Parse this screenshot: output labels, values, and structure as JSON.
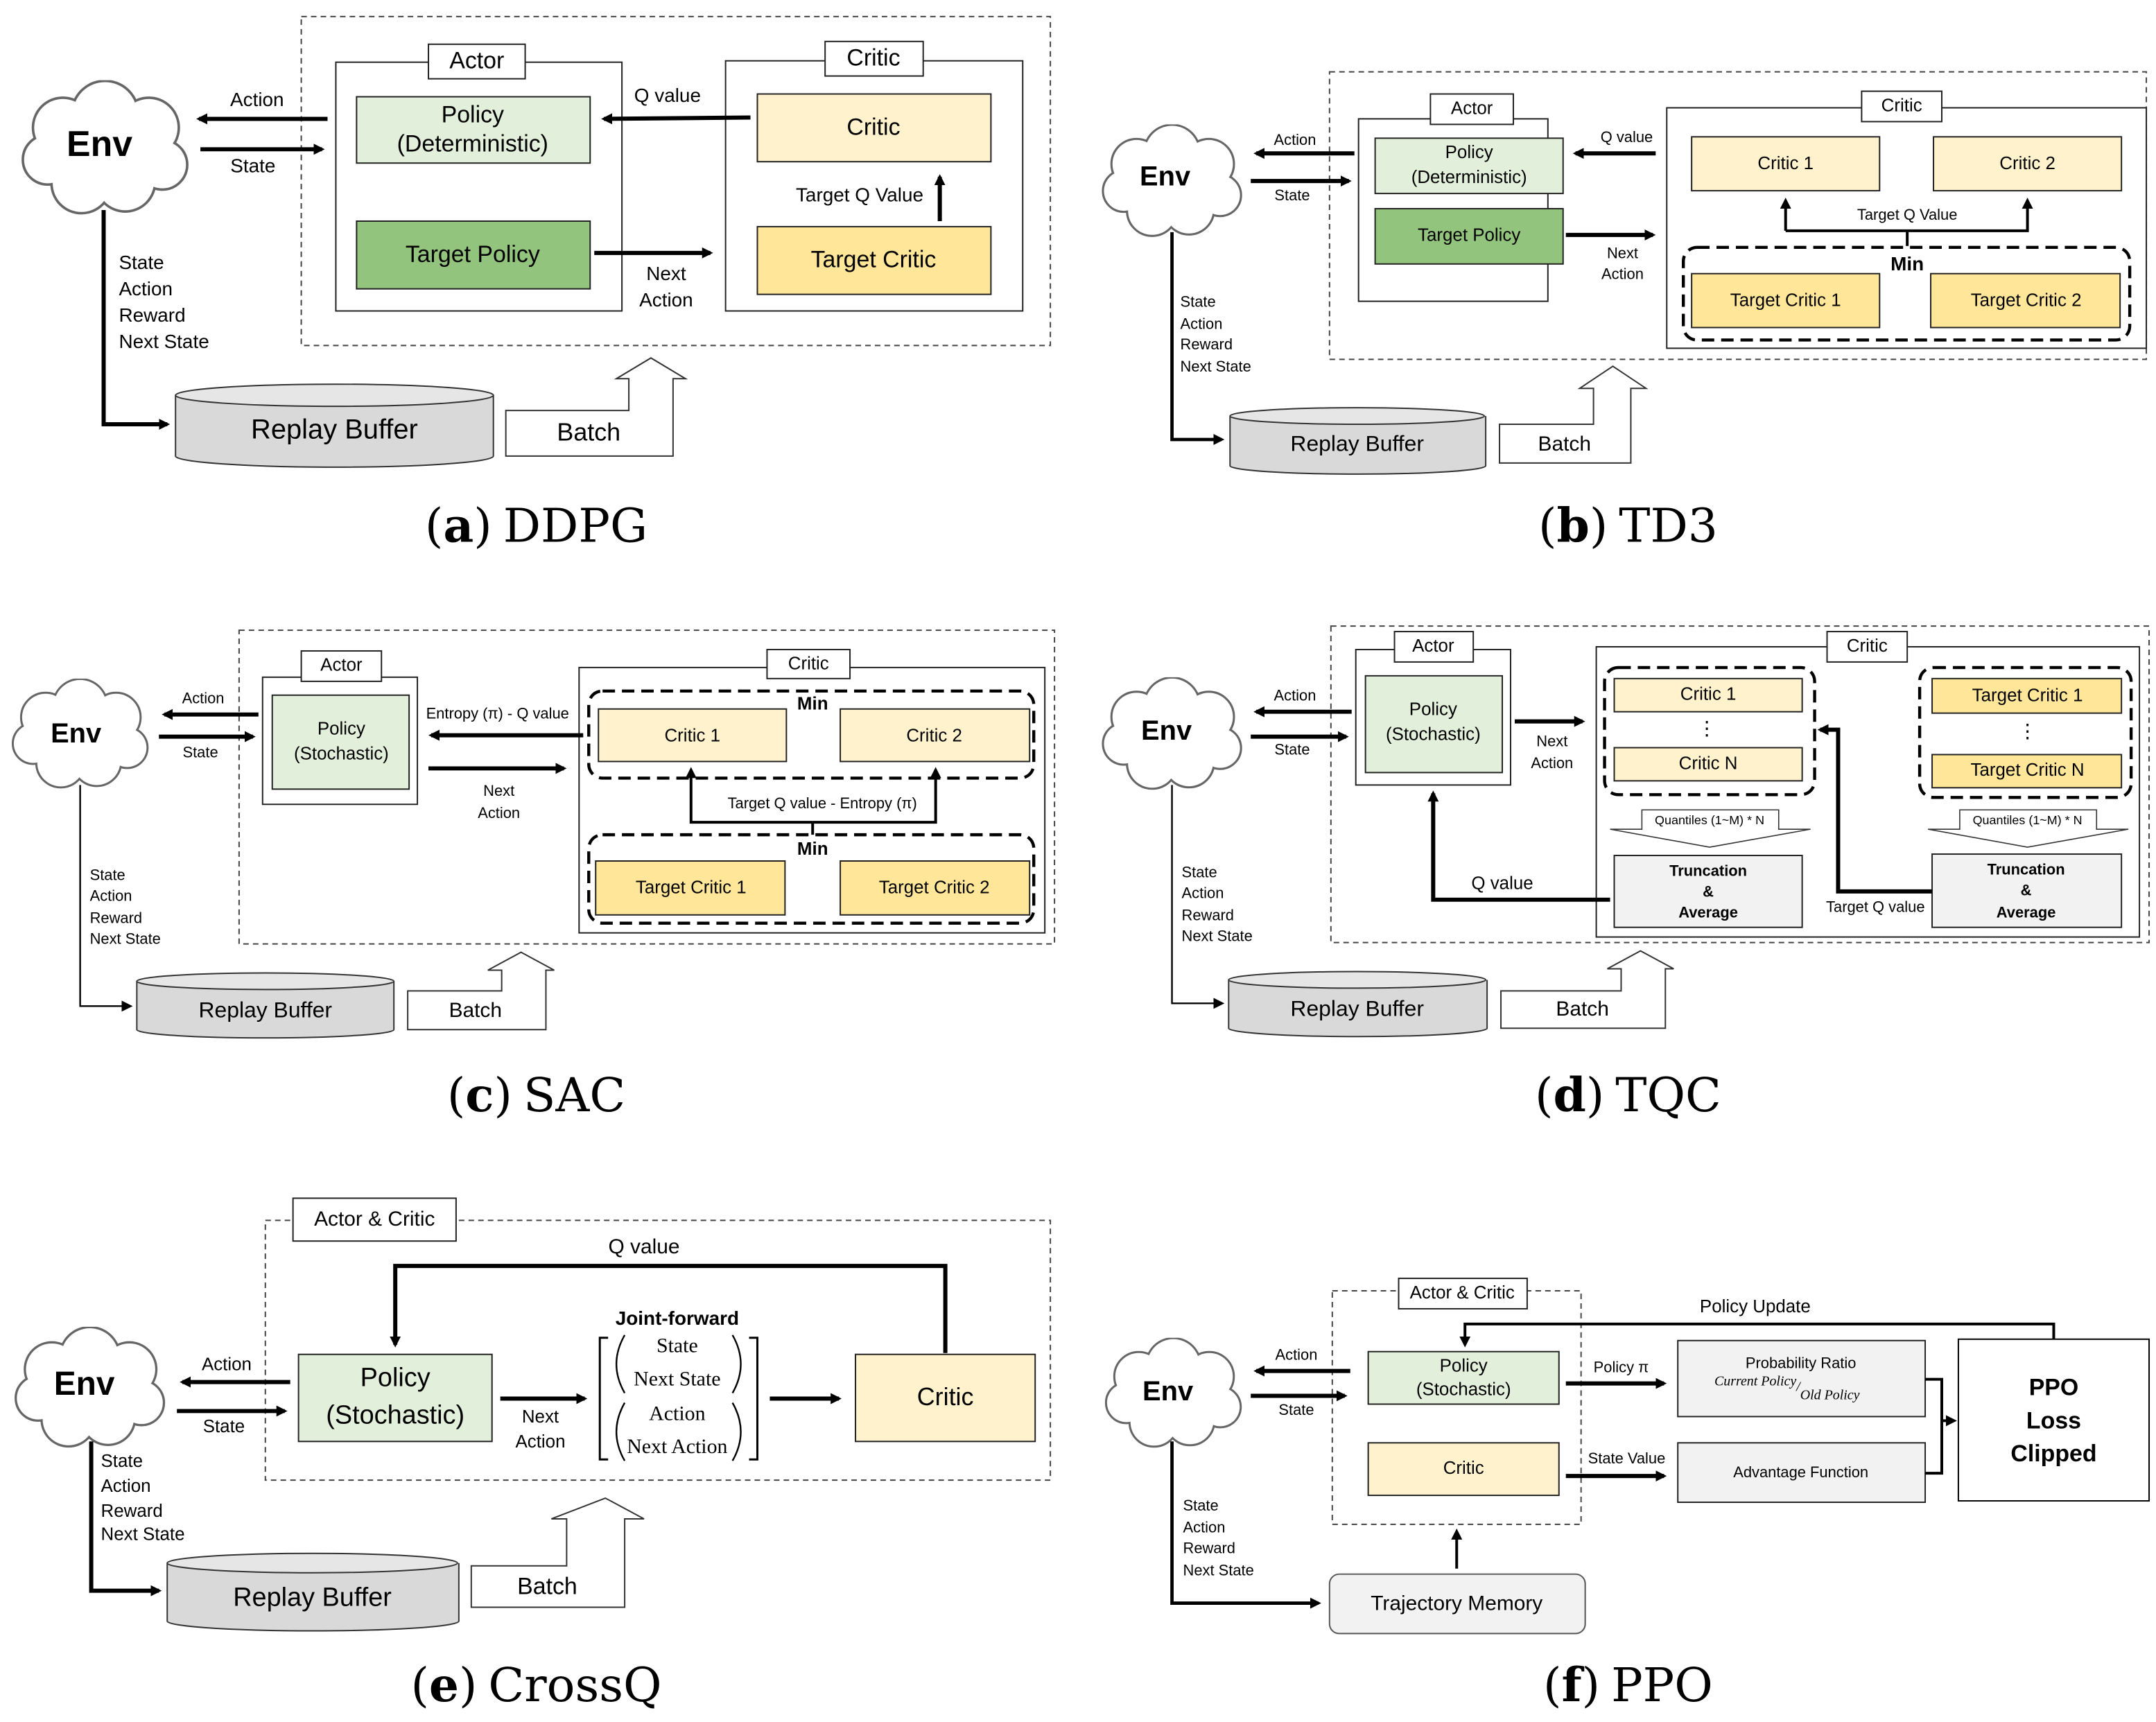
{
  "paren_open": "(",
  "paren_close": ")",
  "colors": {
    "policy": "#e2efda",
    "target_policy": "#93c47d",
    "critic": "#fff2cc",
    "target_critic": "#ffe699",
    "buffer": "#d9d9d9",
    "module": "#f2f2f2"
  },
  "a": {
    "env": "Env",
    "action": "Action",
    "state": "State",
    "transitions": [
      "State",
      "Action",
      "Reward",
      "Next State"
    ],
    "actor_tab": "Actor",
    "policy": [
      "Policy",
      "(Deterministic)"
    ],
    "target_policy": "Target Policy",
    "critic_tab": "Critic",
    "critic": "Critic",
    "target_critic": "Target Critic",
    "target_q": "Target Q Value",
    "q_value": "Q value",
    "next_action": [
      "Next",
      "Action"
    ],
    "replay": "Replay Buffer",
    "batch": "Batch",
    "letter": "a",
    "name": "DDPG"
  },
  "b": {
    "env": "Env",
    "action": "Action",
    "state": "State",
    "transitions": [
      "State",
      "Action",
      "Reward",
      "Next State"
    ],
    "actor_tab": "Actor",
    "policy": [
      "Policy",
      "(Deterministic)"
    ],
    "target_policy": "Target Policy",
    "critic_tab": "Critic",
    "critic1": "Critic 1",
    "critic2": "Critic 2",
    "min": "Min",
    "target_critic1": "Target Critic 1",
    "target_critic2": "Target Critic 2",
    "target_q": "Target Q Value",
    "q_value": "Q value",
    "next_action": [
      "Next",
      "Action"
    ],
    "replay": "Replay Buffer",
    "batch": "Batch",
    "letter": "b",
    "name": "TD3"
  },
  "c": {
    "env": "Env",
    "action": "Action",
    "state": "State",
    "transitions": [
      "State",
      "Action",
      "Reward",
      "Next State"
    ],
    "actor_tab": "Actor",
    "policy": [
      "Policy",
      "(Stochastic)"
    ],
    "critic_tab": "Critic",
    "critic1": "Critic 1",
    "critic2": "Critic 2",
    "min": "Min",
    "target_critic1": "Target Critic 1",
    "target_critic2": "Target Critic 2",
    "target_q": "Target Q value - Entropy (π)",
    "entropy_q": "Entropy (π) - Q value",
    "next_action": [
      "Next",
      "Action"
    ],
    "replay": "Replay Buffer",
    "batch": "Batch",
    "letter": "c",
    "name": "SAC"
  },
  "d": {
    "env": "Env",
    "action": "Action",
    "state": "State",
    "transitions": [
      "State",
      "Action",
      "Reward",
      "Next State"
    ],
    "actor_tab": "Actor",
    "policy": [
      "Policy",
      "(Stochastic)"
    ],
    "critic_tab": "Critic",
    "critic1": "Critic 1",
    "critic_n": "Critic N",
    "dots": "⋮",
    "target_critic1": "Target Critic 1",
    "target_critic_n": "Target Critic N",
    "quantiles": "Quantiles (1~M) * N",
    "trunc": [
      "Truncation",
      "&",
      "Average"
    ],
    "q_value": "Q value",
    "target_q": "Target Q value",
    "next_action": [
      "Next",
      "Action"
    ],
    "replay": "Replay Buffer",
    "batch": "Batch",
    "letter": "d",
    "name": "TQC"
  },
  "e": {
    "env": "Env",
    "action": "Action",
    "state": "State",
    "transitions": [
      "State",
      "Action",
      "Reward",
      "Next State"
    ],
    "tab": "Actor & Critic",
    "policy": [
      "Policy",
      "(Stochastic)"
    ],
    "q_value": "Q value",
    "joint": "Joint-forward",
    "joint_items": [
      "State",
      "Next State",
      "Action",
      "Next Action"
    ],
    "next_action": [
      "Next",
      "Action"
    ],
    "critic": "Critic",
    "replay": "Replay Buffer",
    "batch": "Batch",
    "letter": "e",
    "name": "CrossQ"
  },
  "f": {
    "env": "Env",
    "action": "Action",
    "state": "State",
    "transitions": [
      "State",
      "Action",
      "Reward",
      "Next State"
    ],
    "tab": "Actor & Critic",
    "policy": [
      "Policy",
      "(Stochastic)"
    ],
    "critic": "Critic",
    "policy_pi": "Policy π",
    "state_value": "State Value",
    "prob_ratio": "Probability Ratio",
    "current_policy": "Current Policy",
    "slash": "/",
    "old_policy": "Old Policy",
    "advantage": "Advantage Function",
    "ppo": [
      "PPO",
      "Loss",
      "Clipped"
    ],
    "policy_update": "Policy Update",
    "trajectory": "Trajectory Memory",
    "letter": "f",
    "name": "PPO"
  }
}
